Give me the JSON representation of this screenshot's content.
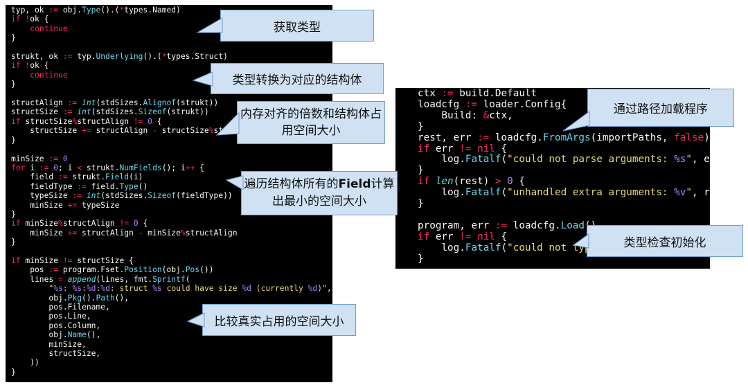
{
  "left_code": [
    "typ, ok := obj.Type().(*types.Named)",
    "if !ok {",
    "    continue",
    "}",
    "",
    "strukt, ok := typ.Underlying().(*types.Struct)",
    "if !ok {",
    "    continue",
    "}",
    "",
    "structAlign := int(stdSizes.Alignof(strukt))",
    "structSize := int(stdSizes.Sizeof(strukt))",
    "if structSize%structAlign != 0 {",
    "    structSize += structAlign - structSize%struct",
    "}",
    "",
    "minSize := 0",
    "for i := 0; i < strukt.NumFields(); i++ {",
    "    field := strukt.Field(i)",
    "    fieldType := field.Type()",
    "    typeSize := int(stdSizes.Sizeof(fieldType))",
    "    minSize += typeSize",
    "}",
    "if minSize%structAlign != 0 {",
    "    minSize += structAlign - minSize%structAlign",
    "}",
    "",
    "if minSize != structSize {",
    "    pos := program.Fset.Position(obj.Pos())",
    "    lines = append(lines, fmt.Sprintf(",
    "        \"%s: %s:%d:%d: struct %s could have size %d (currently %d)\",",
    "        obj.Pkg().Path(),",
    "        pos.Filename,",
    "        pos.Line,",
    "        pos.Column,",
    "        obj.Name(),",
    "        minSize,",
    "        structSize,",
    "    ))",
    "}"
  ],
  "right_code": [
    "ctx := build.Default",
    "loadcfg := loader.Config{",
    "    Build: &ctx,",
    "}",
    "rest, err := loadcfg.FromArgs(importPaths, false)",
    "if err != nil {",
    "    log.Fatalf(\"could not parse arguments: %s\", err)",
    "}",
    "if len(rest) > 0 {",
    "    log.Fatalf(\"unhandled extra arguments: %v\", rest)",
    "}",
    "",
    "program, err := loadcfg.Load()",
    "if err != nil {",
    "    log.Fatalf(\"could not type c",
    "}"
  ],
  "callouts": {
    "get_type": "获取类型",
    "convert_struct": "类型转换为对应的结构体",
    "align_size": [
      "内存对齐的倍数和结构体占",
      "用空间大小"
    ],
    "field_min_size_pre": "遍历结构体所有的",
    "field_min_size_bold": "Field",
    "field_min_size_post": "计算",
    "field_min_size_line2": "出最小的空间大小",
    "compare_size": "比较真实占用的空间大小",
    "load_program": "通过路径加载程序",
    "type_check": "类型检查初始化"
  },
  "colors": {
    "editor_bg": "#000000",
    "text": "#f8f8f2",
    "keyword": "#f92672",
    "function": "#66d9ef",
    "string": "#e6db74",
    "number": "#ae81ff",
    "callout_fill": "#cfe1f3",
    "callout_border": "#6f9fcf"
  }
}
